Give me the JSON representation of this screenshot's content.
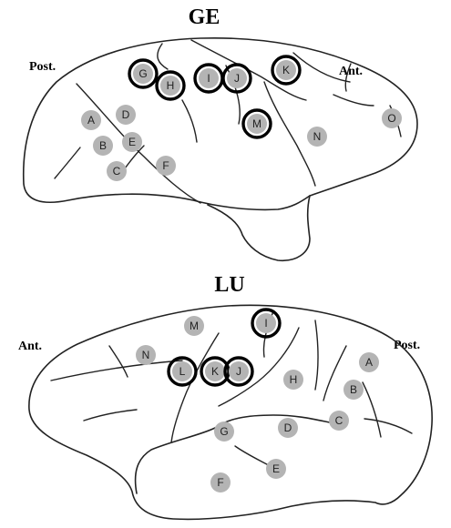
{
  "panels": [
    {
      "title": "GE",
      "posterior_label": "Post.",
      "anterior_label": "Ant.",
      "sites": [
        {
          "label": "A",
          "highlighted": false
        },
        {
          "label": "B",
          "highlighted": false
        },
        {
          "label": "C",
          "highlighted": false
        },
        {
          "label": "D",
          "highlighted": false
        },
        {
          "label": "E",
          "highlighted": false
        },
        {
          "label": "F",
          "highlighted": false
        },
        {
          "label": "G",
          "highlighted": true
        },
        {
          "label": "H",
          "highlighted": true
        },
        {
          "label": "I",
          "highlighted": true
        },
        {
          "label": "J",
          "highlighted": true
        },
        {
          "label": "K",
          "highlighted": true
        },
        {
          "label": "M",
          "highlighted": true
        },
        {
          "label": "N",
          "highlighted": false
        },
        {
          "label": "O",
          "highlighted": false
        }
      ]
    },
    {
      "title": "LU",
      "anterior_label": "Ant.",
      "posterior_label": "Post.",
      "sites": [
        {
          "label": "M",
          "highlighted": false
        },
        {
          "label": "I",
          "highlighted": true
        },
        {
          "label": "N",
          "highlighted": false
        },
        {
          "label": "L",
          "highlighted": true
        },
        {
          "label": "K",
          "highlighted": true
        },
        {
          "label": "J",
          "highlighted": true
        },
        {
          "label": "H",
          "highlighted": false
        },
        {
          "label": "A",
          "highlighted": false
        },
        {
          "label": "B",
          "highlighted": false
        },
        {
          "label": "C",
          "highlighted": false
        },
        {
          "label": "D",
          "highlighted": false
        },
        {
          "label": "G",
          "highlighted": false
        },
        {
          "label": "E",
          "highlighted": false
        },
        {
          "label": "F",
          "highlighted": false
        }
      ]
    }
  ],
  "colors": {
    "site_fill": "#b4b4b4",
    "highlight_ring": "#000000",
    "outline": "#222222",
    "background": "#ffffff"
  }
}
